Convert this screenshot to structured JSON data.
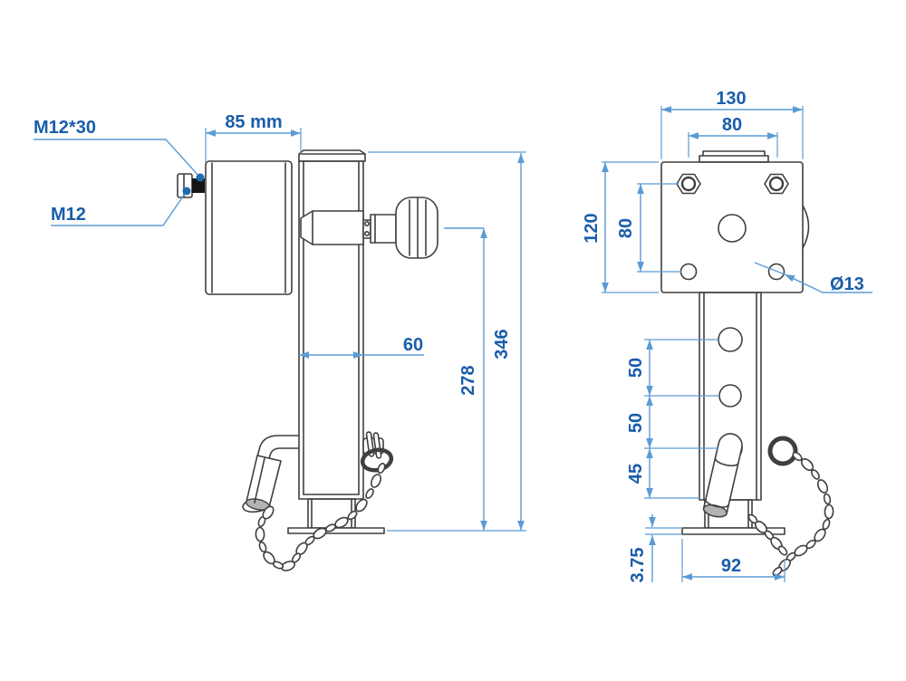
{
  "drawing_title": "trailer drop-leg jack stand technical drawing",
  "side_view": {
    "labels": {
      "bolt_spec": "M12*30",
      "thread_size": "M12",
      "housing_length": "85 mm",
      "tube_width": "60",
      "crank_center_height": "278",
      "overall_height": "346"
    }
  },
  "front_view": {
    "labels": {
      "mount_plate_width": "130",
      "top_bolt_spacing": "80",
      "mount_plate_height": "120",
      "side_bolt_spacing": "80",
      "hole_diameter": "Ø13",
      "pitch_upper": "50",
      "pitch_middle": "50",
      "pitch_lower": "45",
      "foot_plate_thickness": "3.75",
      "foot_plate_width": "92"
    }
  },
  "colors": {
    "part_line": "#3f3f3f",
    "dimension_line": "#5b9bd5",
    "dimension_text": "#1a5dab",
    "leader_dot": "#1f6cb5",
    "background": "#ffffff"
  }
}
